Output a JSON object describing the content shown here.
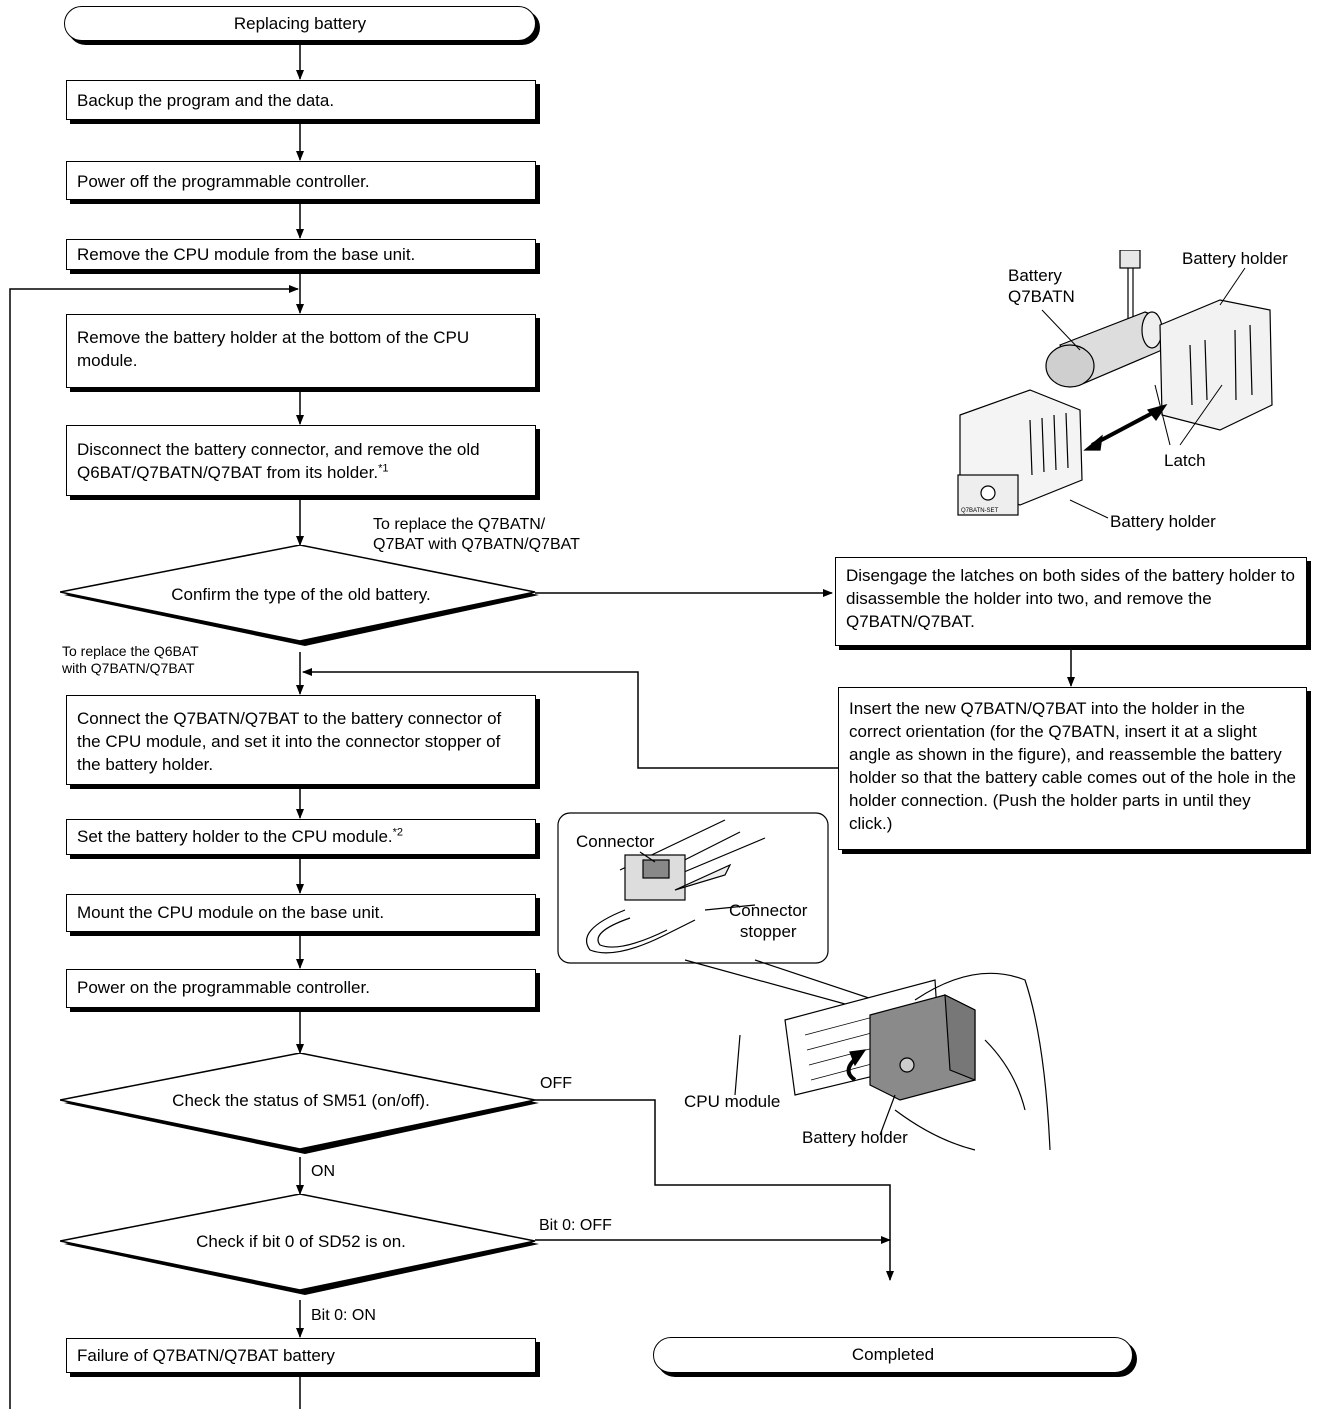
{
  "start": "Replacing battery",
  "steps": {
    "backup": "Backup the program and the data.",
    "power_off": "Power off the programmable controller.",
    "remove_cpu": "Remove the CPU module from the base unit.",
    "remove_holder": "Remove the battery holder at the bottom of the CPU module.",
    "disconnect": "Disconnect the battery connector, and remove the old Q6BAT/Q7BATN/Q7BAT from its holder.",
    "disconnect_note": "*1",
    "connect": "Connect the Q7BATN/Q7BAT to the battery connector of the CPU module, and set it into the connector stopper of the battery holder.",
    "set_holder": "Set the battery holder to the CPU module.",
    "set_holder_note": "*2",
    "mount": "Mount the CPU module on the base unit.",
    "power_on": "Power on the programmable controller.",
    "failure": "Failure of Q7BATN/Q7BAT battery",
    "disengage": "Disengage the latches on both sides of the battery holder to disassemble the holder into two, and remove the Q7BATN/Q7BAT.",
    "insert": "Insert the new Q7BATN/Q7BAT into the holder in the correct orientation (for the Q7BATN, insert it at a slight angle as shown in the figure), and reassemble the battery holder so that the battery cable comes out of the hole in the holder connection. (Push the holder parts in until they click.)"
  },
  "decisions": {
    "battery_type": "Confirm the type of the old battery.",
    "sm51": "Check the status of SM51 (on/off).",
    "sd52": "Check if bit 0 of SD52 is on."
  },
  "branch_labels": {
    "q7_line1": "To replace the Q7BATN/",
    "q7_line2": "Q7BAT with Q7BATN/Q7BAT",
    "q6_line1": "To replace the Q6BAT",
    "q6_line2": "with Q7BATN/Q7BAT",
    "off": "OFF",
    "on": "ON",
    "bit_off": "Bit 0: OFF",
    "bit_on": "Bit 0: ON"
  },
  "end": "Completed",
  "figure_labels": {
    "battery_line1": "Battery",
    "battery_line2": "Q7BATN",
    "holder_top": "Battery holder",
    "latch": "Latch",
    "holder_bottom": "Battery holder",
    "connector": "Connector",
    "stopper_line1": "Connector",
    "stopper_line2": "stopper",
    "cpu_module": "CPU module",
    "holder_hand": "Battery holder",
    "part_mark": "Q7BATN-SET"
  }
}
